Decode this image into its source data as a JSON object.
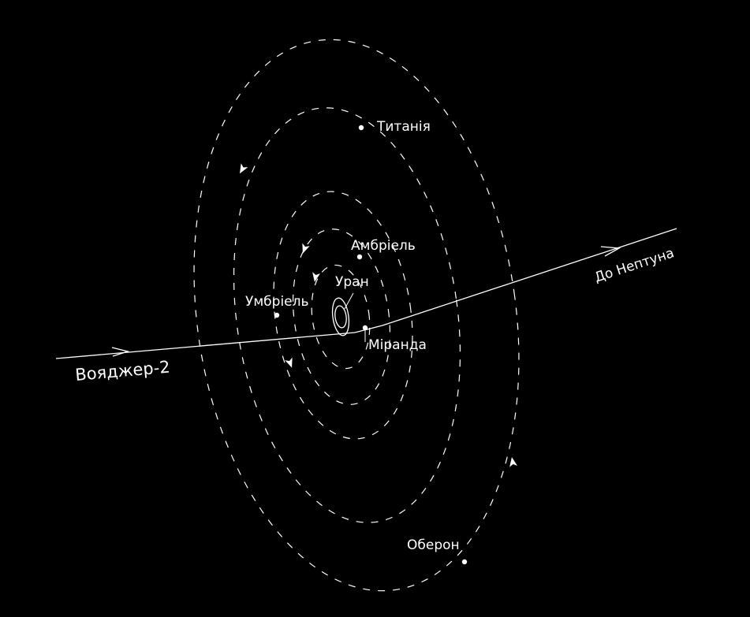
{
  "labels": {
    "titania": "Титанія",
    "ariel": "Амбріель",
    "uranus": "Уран",
    "umbriel": "Умбріель",
    "miranda": "Міранда",
    "oberon": "Оберон",
    "voyager": "Вояджер-2",
    "to_neptune": "До Нептуна"
  },
  "colors": {
    "background": "#000000",
    "foreground": "#ffffff"
  }
}
